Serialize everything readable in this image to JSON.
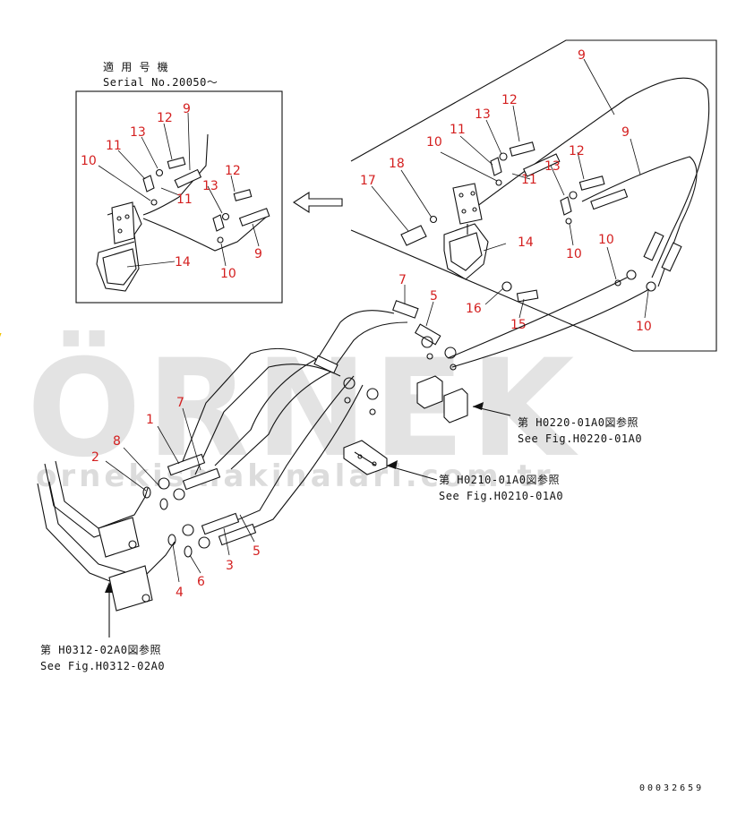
{
  "watermark": {
    "brand": "ÖRNEK",
    "url": "ornekismakinalari.com.tr",
    "accent_color": "#f2c400"
  },
  "inset_note": {
    "line_jp": "適 用 号 機",
    "line_en": "Serial No.20050～"
  },
  "references": {
    "h0220_jp": "第 H0220-01A0図参照",
    "h0220_en": "See Fig.H0220-01A0",
    "h0210_jp": "第 H0210-01A0図参照",
    "h0210_en": "See Fig.H0210-01A0",
    "h0312_jp": "第 H0312-02A0図参照",
    "h0312_en": "See Fig.H0312-02A0"
  },
  "figure_code": "00032659",
  "labels": {
    "inset": [
      "9",
      "12",
      "13",
      "11",
      "10",
      "11",
      "12",
      "13",
      "14",
      "10",
      "9"
    ],
    "main_top": [
      "9",
      "12",
      "13",
      "11",
      "10",
      "18",
      "17",
      "11",
      "13",
      "12",
      "9",
      "14",
      "10",
      "10",
      "16",
      "15",
      "10"
    ],
    "main_lower": [
      "7",
      "5",
      "7",
      "1",
      "8",
      "2",
      "3",
      "5",
      "4",
      "6"
    ]
  },
  "colors": {
    "label": "#d42020",
    "line": "#111111"
  }
}
